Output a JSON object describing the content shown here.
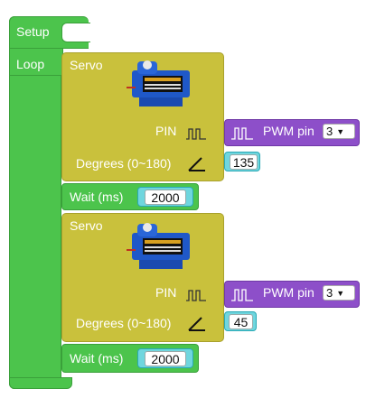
{
  "program": {
    "setup_label": "Setup",
    "loop_label": "Loop"
  },
  "blocks": [
    {
      "type": "servo",
      "title": "Servo",
      "pin_label": "PIN",
      "degrees_label": "Degrees (0~180)",
      "pin_block": {
        "label": "PWM pin",
        "value": "3"
      },
      "degrees_value": "135"
    },
    {
      "type": "wait",
      "label": "Wait (ms)",
      "value": "2000"
    },
    {
      "type": "servo",
      "title": "Servo",
      "pin_label": "PIN",
      "degrees_label": "Degrees (0~180)",
      "pin_block": {
        "label": "PWM pin",
        "value": "3"
      },
      "degrees_value": "45"
    },
    {
      "type": "wait",
      "label": "Wait (ms)",
      "value": "2000"
    }
  ],
  "colors": {
    "control": "#4cc44c",
    "servo": "#c9c13c",
    "pin": "#8d4fc9",
    "number": "#6fd6de"
  },
  "icons": {
    "servo_image": "servo-motor-icon",
    "pin_icon": "pulse-wave-icon",
    "degrees_icon": "angle-icon"
  }
}
